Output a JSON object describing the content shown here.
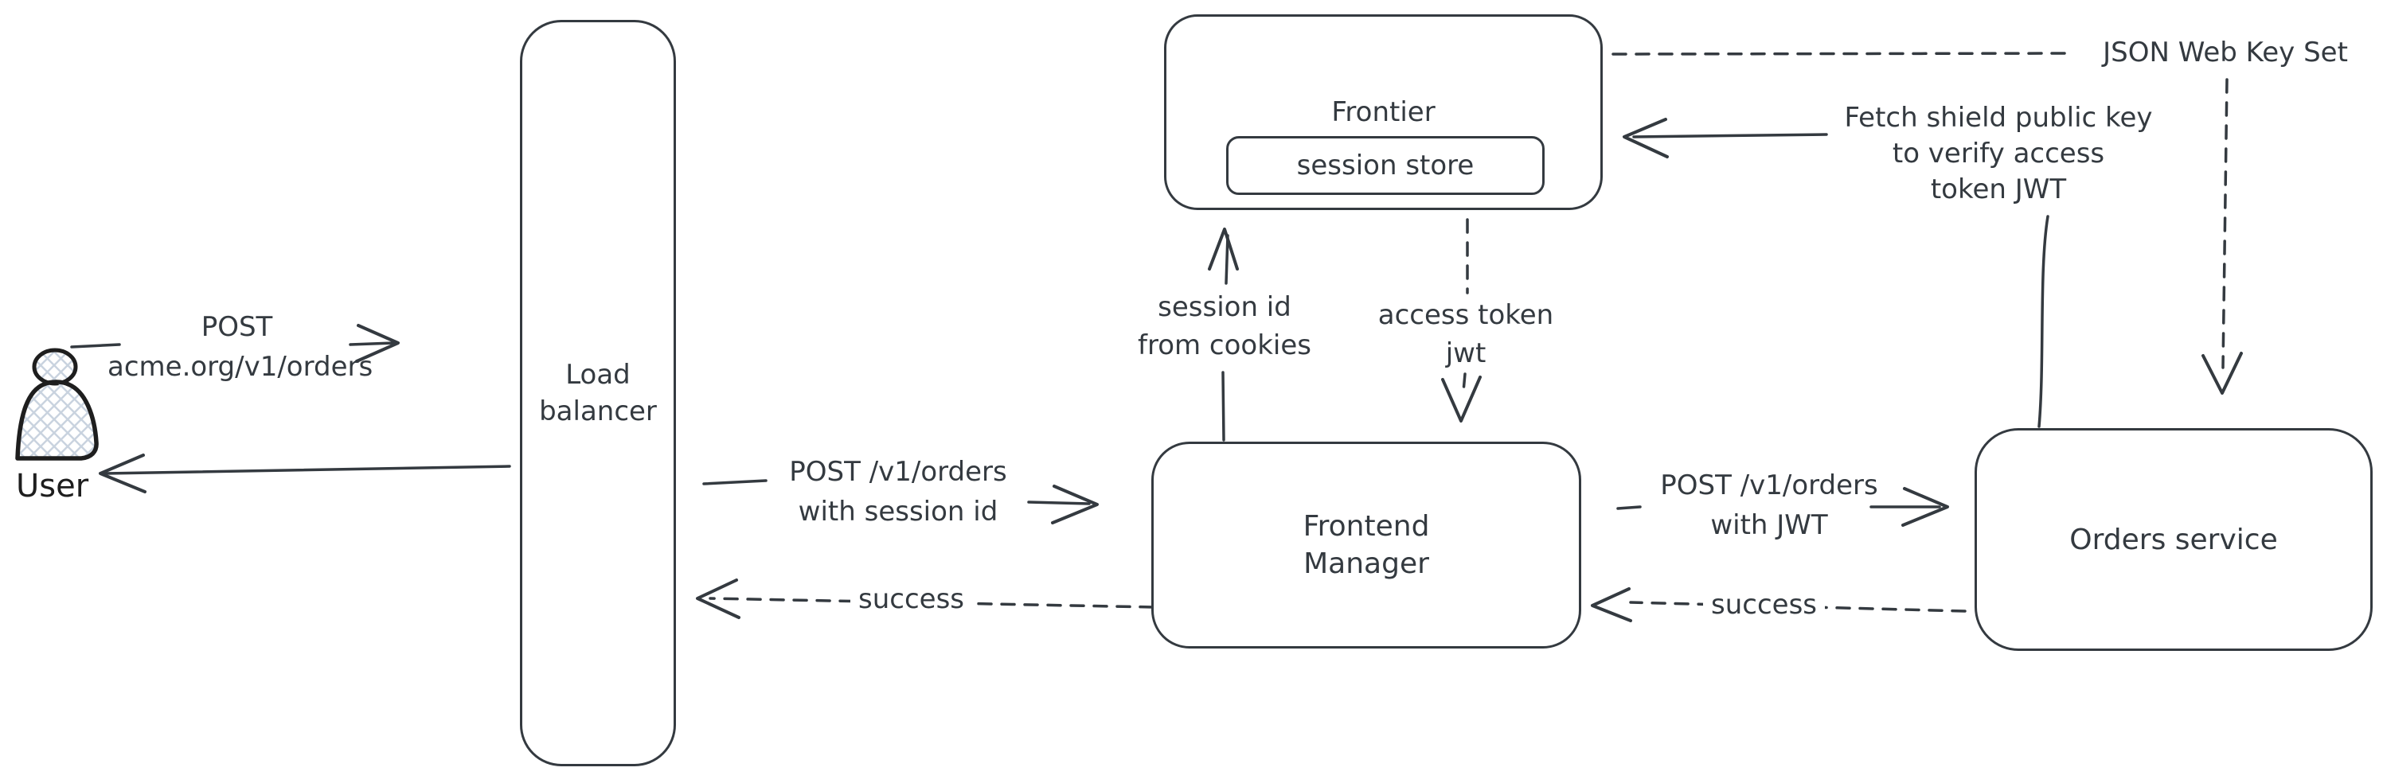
{
  "canvas": {
    "background": "#ffffff",
    "stroke_color": "#343a40",
    "user_icon_stroke": "#1e1e1e",
    "hatch_color": "#c9d3df"
  },
  "nodes": {
    "user": {
      "label": "User",
      "icon": "person-icon"
    },
    "load_balancer": {
      "lines": [
        "Load",
        "balancer"
      ]
    },
    "frontier": {
      "label": "Frontier",
      "session_store_label": "session store"
    },
    "frontend_manager": {
      "lines": [
        "Frontend",
        "Manager"
      ]
    },
    "orders_service": {
      "label": "Orders service"
    }
  },
  "edge_labels": {
    "user_to_lb": {
      "style": "solid",
      "lines": [
        "POST",
        "acme.org/v1/orders"
      ]
    },
    "lb_to_fm": {
      "style": "solid",
      "lines": [
        "POST /v1/orders",
        "with session id"
      ]
    },
    "fm_to_frontier": {
      "style": "solid",
      "lines": [
        "session id",
        "from cookies"
      ]
    },
    "frontier_to_fm": {
      "style": "dashed",
      "lines": [
        "access token",
        "jwt"
      ]
    },
    "fm_to_orders": {
      "style": "solid",
      "lines": [
        "POST /v1/orders",
        "with JWT"
      ]
    },
    "fm_to_lb": {
      "style": "dashed",
      "label": "success"
    },
    "orders_to_fm": {
      "style": "dashed",
      "label": "success"
    },
    "frontier_to_jwks": {
      "style": "dashed",
      "label": "JSON Web Key Set"
    },
    "jwks_to_orders": {
      "style": "dashed"
    },
    "orders_to_frontier": {
      "style": "solid",
      "lines": [
        "Fetch shield public key",
        "to verify access",
        "token JWT"
      ]
    }
  }
}
